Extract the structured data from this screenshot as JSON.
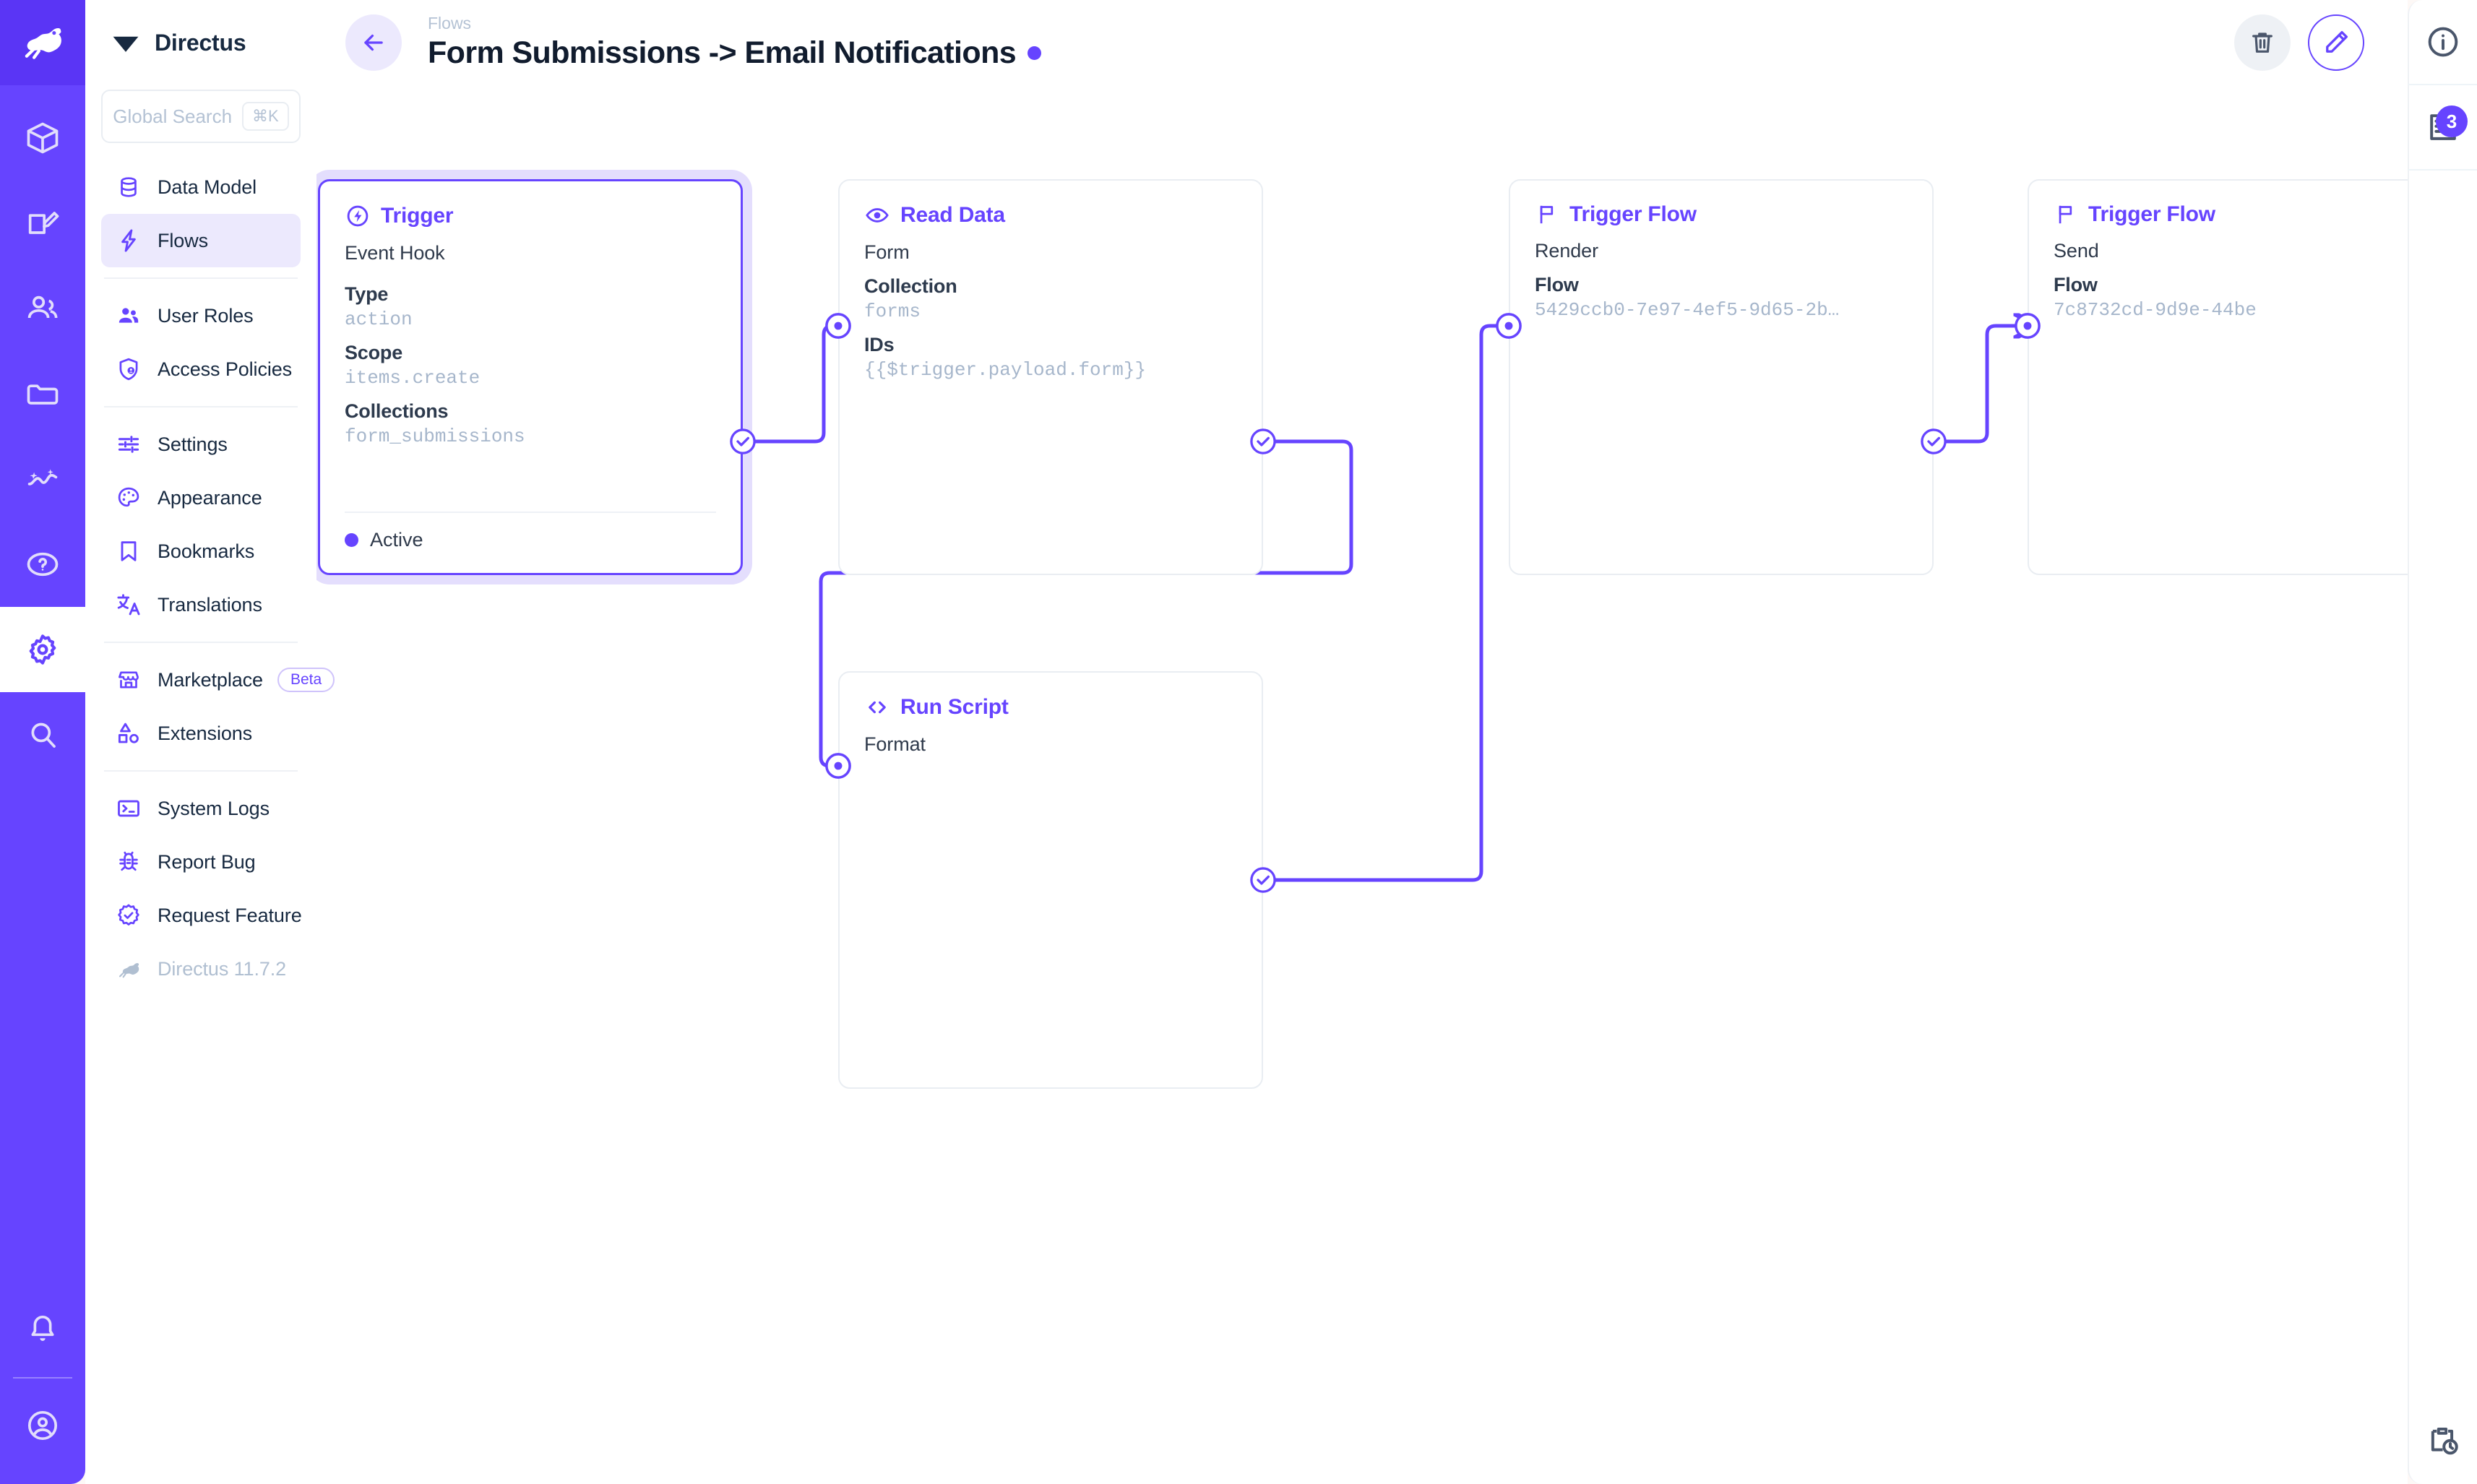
{
  "module_bar": {
    "logo_icon": "directus-rabbit-logo",
    "items": [
      {
        "name": "content",
        "icon": "box-icon",
        "active": false
      },
      {
        "name": "editor",
        "icon": "edit-square-icon",
        "active": false
      },
      {
        "name": "user-directory",
        "icon": "users-icon",
        "active": false
      },
      {
        "name": "file-library",
        "icon": "folder-icon",
        "active": false
      },
      {
        "name": "insights",
        "icon": "analytics-icon",
        "active": false
      },
      {
        "name": "help",
        "icon": "question-circle-icon",
        "active": false
      },
      {
        "name": "settings",
        "icon": "gear-icon",
        "active": true
      },
      {
        "name": "search",
        "icon": "magnifier-icon",
        "active": false
      }
    ],
    "bottom_items": [
      {
        "name": "notifications",
        "icon": "bell-icon"
      },
      {
        "name": "account",
        "icon": "user-circle-icon"
      }
    ]
  },
  "sidebar": {
    "project_name": "Directus",
    "project_logo_icon": "directus-mark-icon",
    "search": {
      "placeholder": "Global Search",
      "shortcut": "⌘K",
      "icon": "search-icon"
    },
    "groups": [
      {
        "items": [
          {
            "label": "Data Model",
            "icon": "database-icon",
            "active": false
          },
          {
            "label": "Flows",
            "icon": "bolt-icon",
            "active": true
          }
        ]
      },
      {
        "items": [
          {
            "label": "User Roles",
            "icon": "users-icon",
            "active": false
          },
          {
            "label": "Access Policies",
            "icon": "shield-user-icon",
            "active": false
          }
        ]
      },
      {
        "items": [
          {
            "label": "Settings",
            "icon": "sliders-icon",
            "active": false
          },
          {
            "label": "Appearance",
            "icon": "palette-icon",
            "active": false
          },
          {
            "label": "Bookmarks",
            "icon": "bookmark-icon",
            "active": false
          },
          {
            "label": "Translations",
            "icon": "translate-icon",
            "active": false
          }
        ]
      },
      {
        "items": [
          {
            "label": "Marketplace",
            "icon": "storefront-icon",
            "active": false,
            "badge": "Beta"
          },
          {
            "label": "Extensions",
            "icon": "extension-icon",
            "active": false
          }
        ]
      },
      {
        "items": [
          {
            "label": "System Logs",
            "icon": "terminal-icon",
            "active": false
          },
          {
            "label": "Report Bug",
            "icon": "bug-icon",
            "active": false
          },
          {
            "label": "Request Feature",
            "icon": "badge-check-icon",
            "active": false
          },
          {
            "label": "Directus 11.7.2",
            "icon": "directus-rabbit-icon",
            "active": false,
            "muted": true
          }
        ]
      }
    ]
  },
  "header": {
    "back_icon": "arrow-left-icon",
    "breadcrumb": "Flows",
    "title": "Form Submissions -> Email Notifications",
    "status_dot_color": "#6644ff",
    "actions": [
      {
        "name": "delete-flow-button",
        "icon": "trash-icon"
      },
      {
        "name": "edit-flow-button",
        "icon": "pencil-icon"
      }
    ]
  },
  "right_rail": {
    "items": [
      {
        "name": "flow-info",
        "icon": "info-circle-icon"
      },
      {
        "name": "flow-logs",
        "icon": "logs-icon",
        "badge": "3"
      }
    ],
    "bottom": {
      "name": "activity-history",
      "icon": "clipboard-clock-icon"
    }
  },
  "flow": {
    "nodes": [
      {
        "id": "trigger",
        "type": "Trigger",
        "icon": "bolt-circle-icon",
        "selected": true,
        "subtitle": "Event Hook",
        "fields": [
          {
            "label": "Type",
            "value": "action"
          },
          {
            "label": "Scope",
            "value": "items.create"
          },
          {
            "label": "Collections",
            "value": "form_submissions"
          }
        ],
        "footer": {
          "status": "Active",
          "dot": "#6644ff"
        }
      },
      {
        "id": "read-data",
        "type": "Read Data",
        "icon": "eye-icon",
        "selected": false,
        "subtitle": "Form",
        "fields": [
          {
            "label": "Collection",
            "value": "forms"
          },
          {
            "label": "IDs",
            "value": "{{$trigger.payload.form}}"
          }
        ]
      },
      {
        "id": "run-script",
        "type": "Run Script",
        "icon": "code-brackets-icon",
        "selected": false,
        "subtitle": "Format",
        "fields": []
      },
      {
        "id": "trigger-flow-render",
        "type": "Trigger Flow",
        "icon": "flag-icon",
        "selected": false,
        "subtitle": "Render",
        "fields": [
          {
            "label": "Flow",
            "value": "5429ccb0-7e97-4ef5-9d65-2b…"
          }
        ]
      },
      {
        "id": "trigger-flow-send",
        "type": "Trigger Flow",
        "icon": "flag-icon",
        "selected": false,
        "subtitle": "Send",
        "fields": [
          {
            "label": "Flow",
            "value": "7c8732cd-9d9e-44be"
          }
        ]
      }
    ],
    "edges": [
      {
        "from": "trigger",
        "to": "read-data"
      },
      {
        "from": "read-data",
        "to": "run-script"
      },
      {
        "from": "run-script",
        "to": "trigger-flow-render"
      },
      {
        "from": "trigger-flow-render",
        "to": "trigger-flow-send"
      }
    ]
  }
}
